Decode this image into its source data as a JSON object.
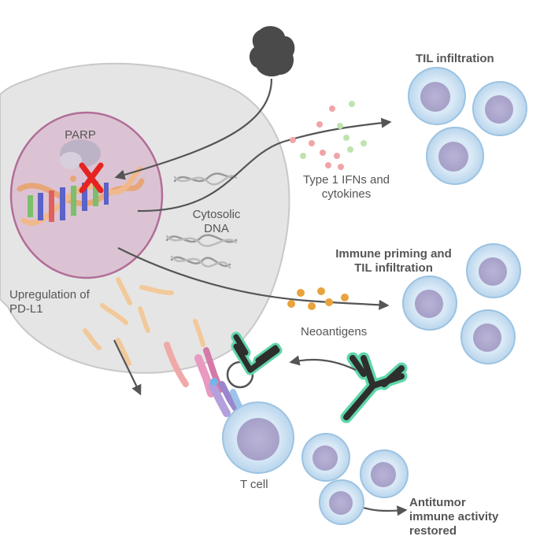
{
  "labels": {
    "parp": "PARP",
    "cytosolic_line1": "Cytosolic",
    "cytosolic_line2": "DNA",
    "ifn_line1": "Type 1 IFNs and",
    "ifn_line2": "cytokines",
    "til_infiltration": "TIL infiltration",
    "priming_line1": "Immune priming and",
    "priming_line2": "TIL infiltration",
    "neoantigens": "Neoantigens",
    "pdl1_line1": "Upregulation of",
    "pdl1_line2": "PD-L1",
    "tcell": "T cell",
    "antitumor_line1": "Antitumor",
    "antitumor_line2": "immune activity",
    "antitumor_line3": "restored"
  },
  "icons": {
    "inhibitor_mark": "x-icon",
    "drug_molecule": "drug-molecule-icon",
    "antibody": "antibody-icon"
  },
  "colors": {
    "tumor_cell": "#e6e5e5",
    "nucleus": "#dcc3d3",
    "nucleus_border": "#a85a8c",
    "immune_cell": "#cfe3f2",
    "immune_core": "#b7b1d3",
    "inhibit_red": "#e52421",
    "antibody_glow": "#5fd6a8",
    "neoantigen": "#e8a33c",
    "arrow": "#555555"
  }
}
